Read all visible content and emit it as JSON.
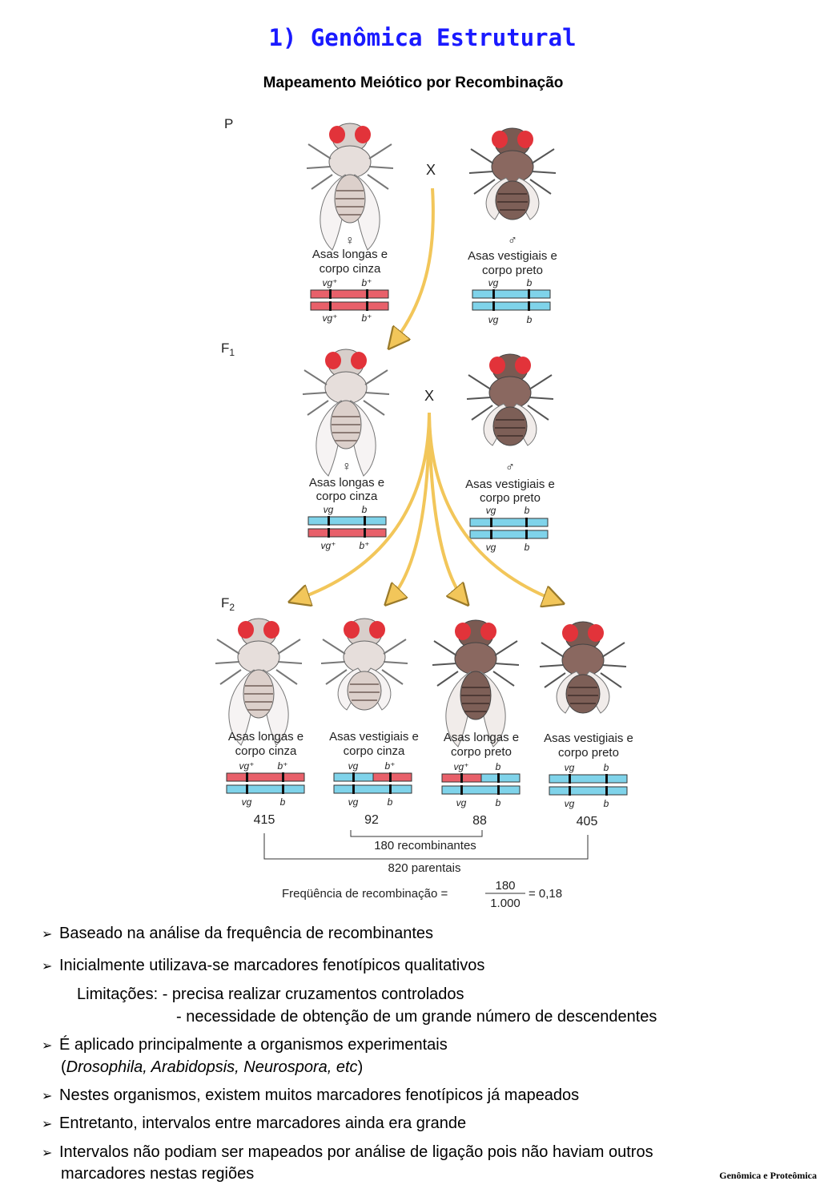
{
  "title": "1) Genômica Estrutural",
  "subtitle": "Mapeamento Meiótico por Recombinação",
  "figure": {
    "gen_p": "P",
    "gen_f1": "F",
    "gen_f1_sub": "1",
    "gen_f2": "F",
    "gen_f2_sub": "2",
    "cross": "X",
    "female_symbol": "♀",
    "male_symbol": "♂",
    "p_female_l1": "Asas longas e",
    "p_female_l2": "corpo cinza",
    "p_male_l1": "Asas vestigiais e",
    "p_male_l2": "corpo preto",
    "f1_female_l1": "Asas longas e",
    "f1_female_l2": "corpo cinza",
    "f1_male_l1": "Asas vestigiais e",
    "f1_male_l2": "corpo preto",
    "vg_plus": "vg⁺",
    "b_plus": "b⁺",
    "vg": "vg",
    "b": "b",
    "f2": [
      {
        "l1": "Asas longas e",
        "l2": "corpo cinza",
        "count": "415"
      },
      {
        "l1": "Asas vestigiais e",
        "l2": "corpo cinza",
        "count": "92"
      },
      {
        "l1": "Asas longas e",
        "l2": "corpo preto",
        "count": "88"
      },
      {
        "l1": "Asas vestigiais e",
        "l2": "corpo preto",
        "count": "405"
      }
    ],
    "recombinants": "180 recombinantes",
    "parentals": "820 parentais",
    "freq_label": "Freqüência de recombinação =",
    "freq_num": "180",
    "freq_den": "1.000",
    "freq_result": "= 0,18",
    "colors": {
      "red": "#e8606a",
      "blue": "#7fd3ea",
      "arrow": "#f2c65a"
    }
  },
  "bullets": {
    "b1": "Baseado na análise da frequência de recombinantes",
    "b2": "Inicialmente utilizava-se marcadores fenotípicos qualitativos",
    "lim1": "Limitações: - precisa realizar cruzamentos controlados",
    "lim2": "- necessidade de obtenção de um grande número de descendentes",
    "b3": "É aplicado principalmente a organismos experimentais",
    "b3_open": "(",
    "b3_italic": "Drosophila, Arabidopsis, Neurospora, etc",
    "b3_close": ")",
    "b4": "Nestes organismos, existem muitos marcadores fenotípicos já mapeados",
    "b5": "Entretanto, intervalos entre marcadores ainda era grande",
    "b6_l1": "Intervalos não podiam ser mapeados por análise de ligação pois não haviam outros",
    "b6_l2": "marcadores nestas regiões"
  },
  "footer": "Genômica e Proteômica"
}
